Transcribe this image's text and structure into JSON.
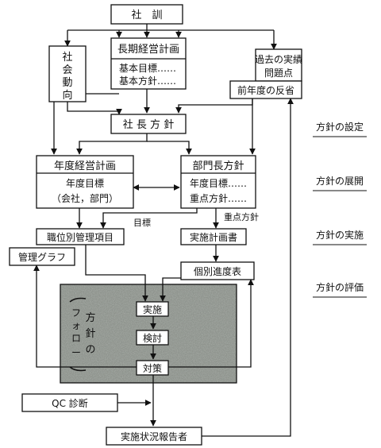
{
  "boxes": {
    "shakun": "社　訓",
    "chouki_title": "長期経営計画",
    "chouki_line1": "基本目標……",
    "chouki_line2": "基本方針……",
    "shakai_c1": "社",
    "shakai_c2": "会",
    "shakai_c3": "動",
    "shakai_c4": "向",
    "kako_line1": "過去の実績",
    "kako_line2": "問題点",
    "zennendo": "前年度の反省",
    "shachou": "社 長 方 針",
    "nendo_title": "年度経営計画",
    "nendo_line1": "年度目標",
    "nendo_line2": "（会社，部門）",
    "bumon_title": "部門長方針",
    "bumon_line1": "年度目標……",
    "bumon_line2": "重点方針……",
    "shokui": "職位別管理項目",
    "kanri": "管理グラフ",
    "jisshi_keikaku": "実施計画書",
    "kobetsu": "個別進度表",
    "jisshi": "実施",
    "kentou": "検討",
    "taisaku": "対策",
    "qc": "QC 診断",
    "houkoku": "実施状況報告者"
  },
  "follow_label": {
    "col1": [
      "方",
      "針",
      "の"
    ],
    "col2": [
      "フ",
      "ォ",
      "ロ",
      "ー"
    ]
  },
  "edge_labels": {
    "mokuhyou": "目標",
    "juuten": "重点方針"
  },
  "stages": {
    "settei": "方針の設定",
    "tenkai": "方針の展開",
    "jisshi": "方針の実施",
    "hyouka": "方針の評価"
  }
}
